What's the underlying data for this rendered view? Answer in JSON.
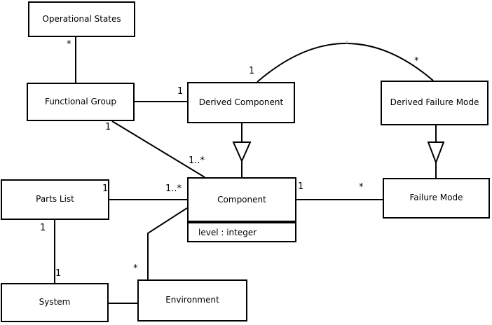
{
  "diagram": {
    "type": "uml-class-diagram",
    "colors": {
      "line": "#000000",
      "background": "#ffffff",
      "node_fill": "#ffffff"
    },
    "nodes": {
      "operational_states": {
        "label": "Operational States"
      },
      "functional_group": {
        "label": "Functional Group"
      },
      "derived_component": {
        "label": "Derived Component"
      },
      "derived_failure_mode": {
        "label": "Derived Failure Mode"
      },
      "parts_list": {
        "label": "Parts List"
      },
      "component": {
        "label": "Component",
        "attribute": "level : integer"
      },
      "failure_mode": {
        "label": "Failure Mode"
      },
      "system": {
        "label": "System"
      },
      "environment": {
        "label": "Environment"
      }
    },
    "multiplicities": {
      "os_fg_many": "*",
      "fg_dc_one": "1",
      "dc_arc_one": "1",
      "dfm_arc_many": "*",
      "fg_comp_one": "1",
      "fg_comp_many": "1..*",
      "pl_comp_one": "1",
      "pl_comp_many": "1..*",
      "comp_fm_one": "1",
      "comp_fm_many": "*",
      "pl_sys_one_a": "1",
      "pl_sys_one_b": "1",
      "comp_env_many": "*"
    }
  }
}
